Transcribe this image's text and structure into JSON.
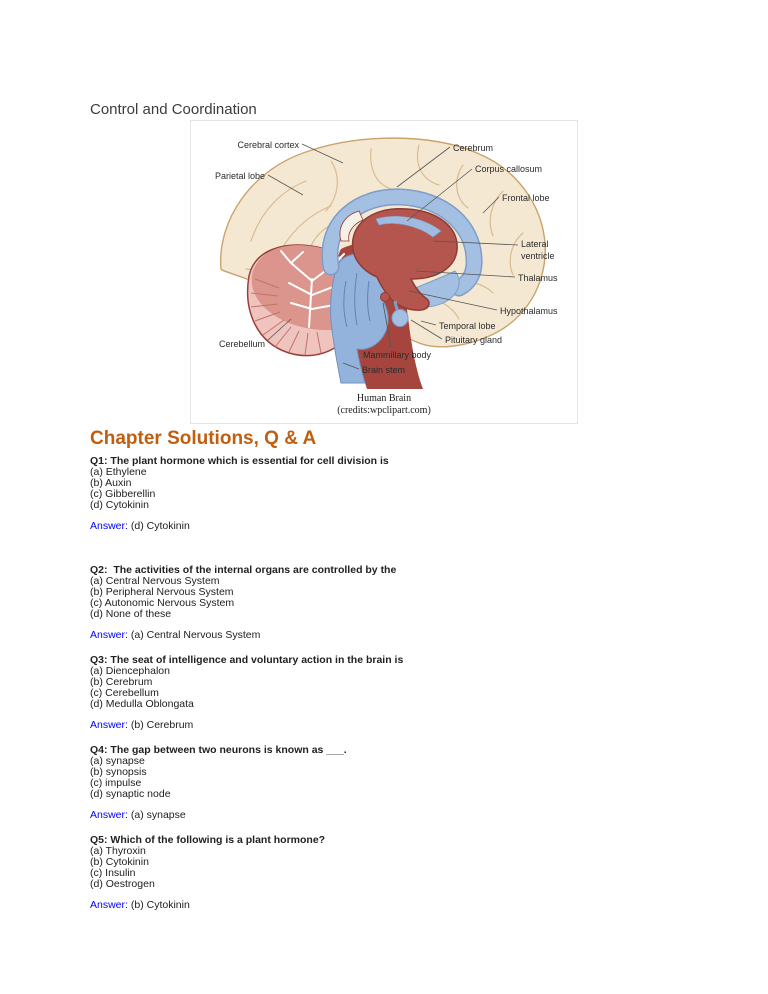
{
  "page": {
    "title": "Control and Coordination",
    "section_heading": "Chapter Solutions, Q & A"
  },
  "colors": {
    "section_heading": "#c05f10",
    "answer_label": "#0000ff",
    "body_text": "#212121",
    "brain_cortex": "#f4e8d3",
    "brain_gyri": "#d9bc8f",
    "brain_blue": "#9fbce0",
    "brain_red": "#b5564e",
    "brain_maroon": "#a6453e",
    "cerebellum_pink": "#efc3be"
  },
  "figure": {
    "caption_title": "Human Brain",
    "caption_credits": "(credits:wpclipart.com)",
    "labels": {
      "cerebral_cortex": "Cerebral cortex",
      "cerebrum": "Cerebrum",
      "parietal_lobe": "Parietal lobe",
      "corpus_callosum": "Corpus callosum",
      "frontal_lobe": "Frontal lobe",
      "lateral_ventricle_1": "Lateral",
      "lateral_ventricle_2": "ventricle",
      "thalamus": "Thalamus",
      "hypothalamus": "Hypothalamus",
      "temporal_lobe": "Temporal lobe",
      "pituitary_gland": "Pituitary gland",
      "mammillary_body": "Mammillary body",
      "brain_stem": "Brain stem",
      "cerebellum": "Cerebellum"
    }
  },
  "questions": [
    {
      "question": "Q1: The plant hormone which is essential for cell division is",
      "options": [
        "(a) Ethylene",
        "(b) Auxin",
        "(c) Gibberellin",
        "(d) Cytokinin"
      ],
      "answer_label": "Answer:",
      "answer": " (d) Cytokinin"
    },
    {
      "question": "Q2:  The activities of the internal organs are controlled by the",
      "options": [
        "(a) Central Nervous System",
        "(b) Peripheral Nervous System",
        "(c) Autonomic Nervous System",
        "(d) None of these"
      ],
      "answer_label": "Answer:",
      "answer": " (a) Central Nervous System"
    },
    {
      "question": "Q3: The seat of intelligence and voluntary action in the brain is",
      "options": [
        "(a) Diencephalon",
        "(b) Cerebrum",
        "(c) Cerebellum",
        "(d) Medulla Oblongata"
      ],
      "answer_label": "Answer:",
      "answer": " (b) Cerebrum"
    },
    {
      "question": "Q4: The gap between two neurons is known as ___.",
      "options": [
        "(a) synapse",
        "(b) synopsis",
        "(c) impulse",
        "(d) synaptic node"
      ],
      "answer_label": "Answer:",
      "answer": " (a) synapse"
    },
    {
      "question": "Q5: Which of the following is a plant hormone?",
      "options": [
        "(a) Thyroxin",
        "(b) Cytokinin",
        "(c) Insulin",
        "(d) Oestrogen"
      ],
      "answer_label": "Answer:",
      "answer": " (b) Cytokinin"
    }
  ]
}
